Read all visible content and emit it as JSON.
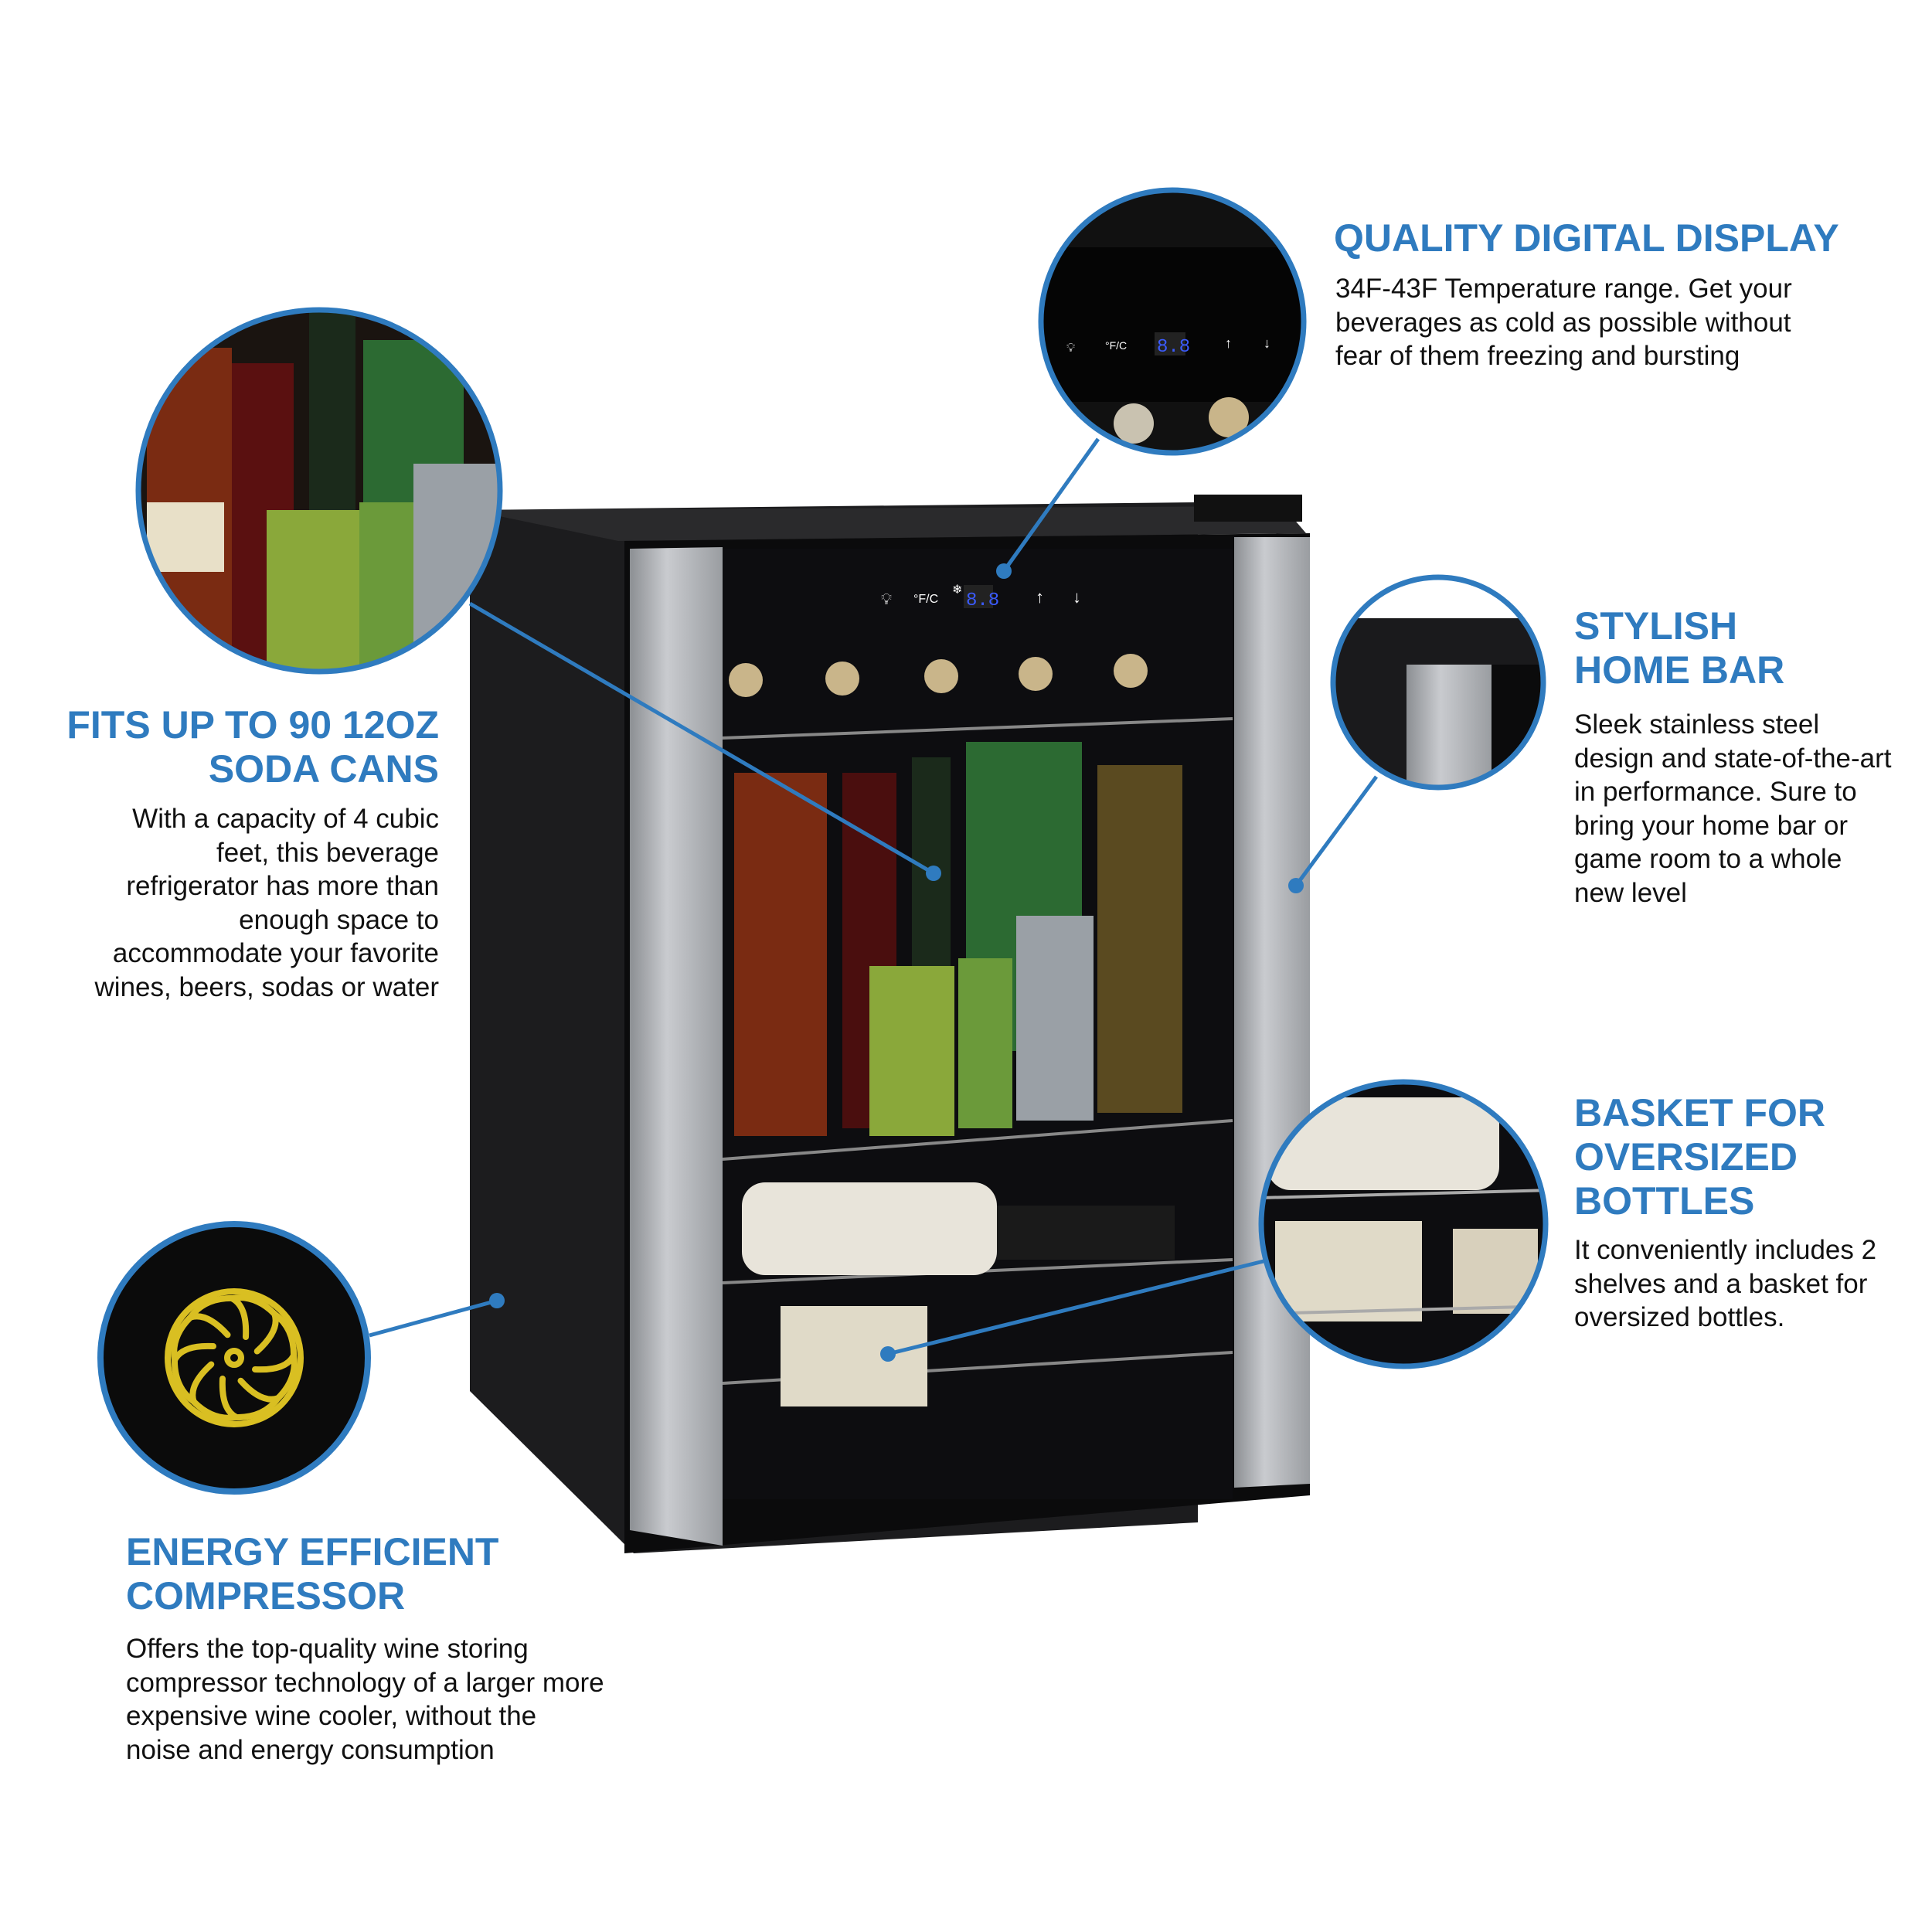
{
  "accent_color": "#2f7bbf",
  "fan_color": "#d9bf22",
  "display": {
    "readout": "8.8",
    "unit_f": "°F",
    "unit_c": "°C",
    "fc_label": "°F/C"
  },
  "features": [
    {
      "id": "display",
      "title": [
        "QUALITY DIGITAL DISPLAY"
      ],
      "body": "34F-43F Temperature range. Get your beverages as cold as possible without fear of them freezing and bursting",
      "icon": "digital-display-icon"
    },
    {
      "id": "capacity",
      "title": [
        "FITS UP TO 90 12OZ",
        "SODA CANS"
      ],
      "body": "With a capacity of 4 cubic feet, this beverage refrigerator has more than enough space to accommodate your favorite wines, beers, sodas or water",
      "icon": "cans-photo"
    },
    {
      "id": "homebar",
      "title": [
        "STYLISH",
        "HOME BAR"
      ],
      "body": "Sleek stainless steel design and state-of-the-art in performance. Sure to bring your home bar or game room to a whole new level",
      "icon": "steel-trim-photo"
    },
    {
      "id": "basket",
      "title": [
        "BASKET FOR",
        "OVERSIZED",
        "BOTTLES"
      ],
      "body": "It conveniently includes 2 shelves and a basket for oversized bottles.",
      "icon": "basket-photo"
    },
    {
      "id": "compressor",
      "title": [
        "ENERGY EFFICIENT",
        "COMPRESSOR"
      ],
      "body": "Offers the top-quality wine storing compressor technology of a larger more expensive wine cooler, without the noise and energy consumption",
      "icon": "fan-icon"
    }
  ]
}
